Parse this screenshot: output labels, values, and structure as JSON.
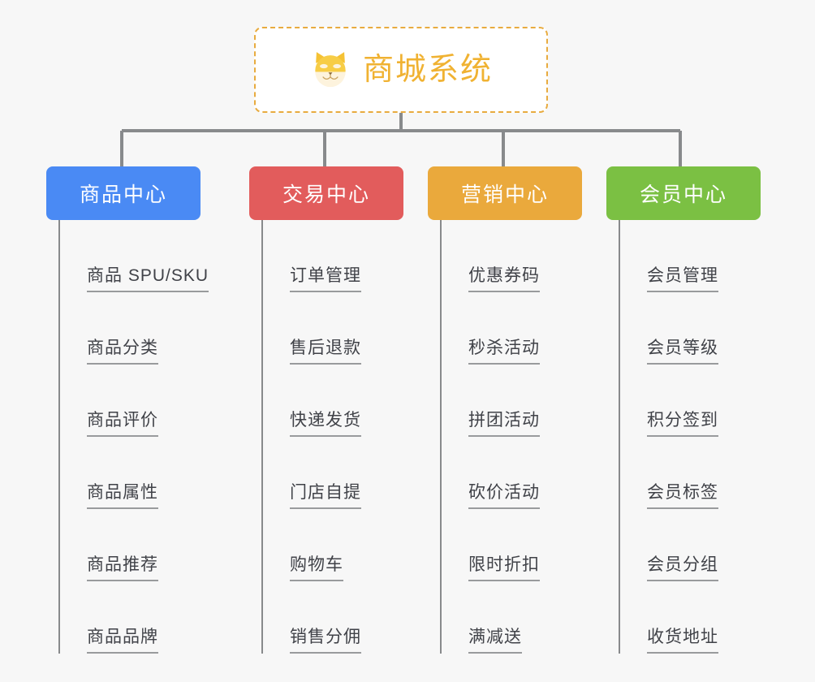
{
  "root": {
    "title": "商城系统",
    "icon": "shiba-dog-face-icon",
    "border_color": "#e8ab3f",
    "text_color": "#f0b232",
    "background": "#ffffff"
  },
  "canvas": {
    "background": "#f7f7f7",
    "connector_color": "#888a8c"
  },
  "branches": [
    {
      "label": "商品中心",
      "color": "#4a8af4",
      "items": [
        "商品 SPU/SKU",
        "商品分类",
        "商品评价",
        "商品属性",
        "商品推荐",
        "商品品牌"
      ]
    },
    {
      "label": "交易中心",
      "color": "#e25c5c",
      "items": [
        "订单管理",
        "售后退款",
        "快递发货",
        "门店自提",
        "购物车",
        "销售分佣"
      ]
    },
    {
      "label": "营销中心",
      "color": "#eaa93c",
      "items": [
        "优惠券码",
        "秒杀活动",
        "拼团活动",
        "砍价活动",
        "限时折扣",
        "满减送"
      ]
    },
    {
      "label": "会员中心",
      "color": "#7bc043",
      "items": [
        "会员管理",
        "会员等级",
        "积分签到",
        "会员标签",
        "会员分组",
        "收货地址"
      ]
    }
  ]
}
